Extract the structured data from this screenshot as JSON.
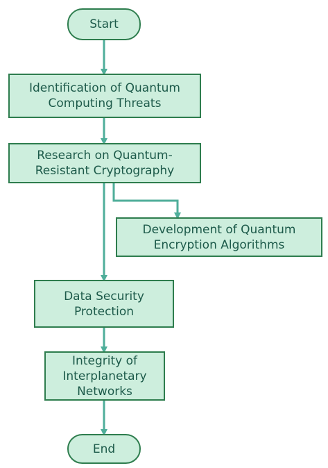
{
  "nodes": {
    "start": {
      "label": "Start"
    },
    "identify": {
      "label": "Identification of Quantum Computing Threats"
    },
    "research": {
      "label": "Research on Quantum-Resistant Cryptography"
    },
    "develop": {
      "label": "Development of Quantum Encryption Algorithms"
    },
    "protect": {
      "label": "Data Security Protection"
    },
    "integrity": {
      "label": "Integrity of Interplanetary Networks"
    },
    "end": {
      "label": "End"
    }
  },
  "colors": {
    "node_fill": "#cdeedd",
    "node_border": "#2e7d4e",
    "text": "#1d5a4a",
    "connector": "#4fae9a"
  }
}
